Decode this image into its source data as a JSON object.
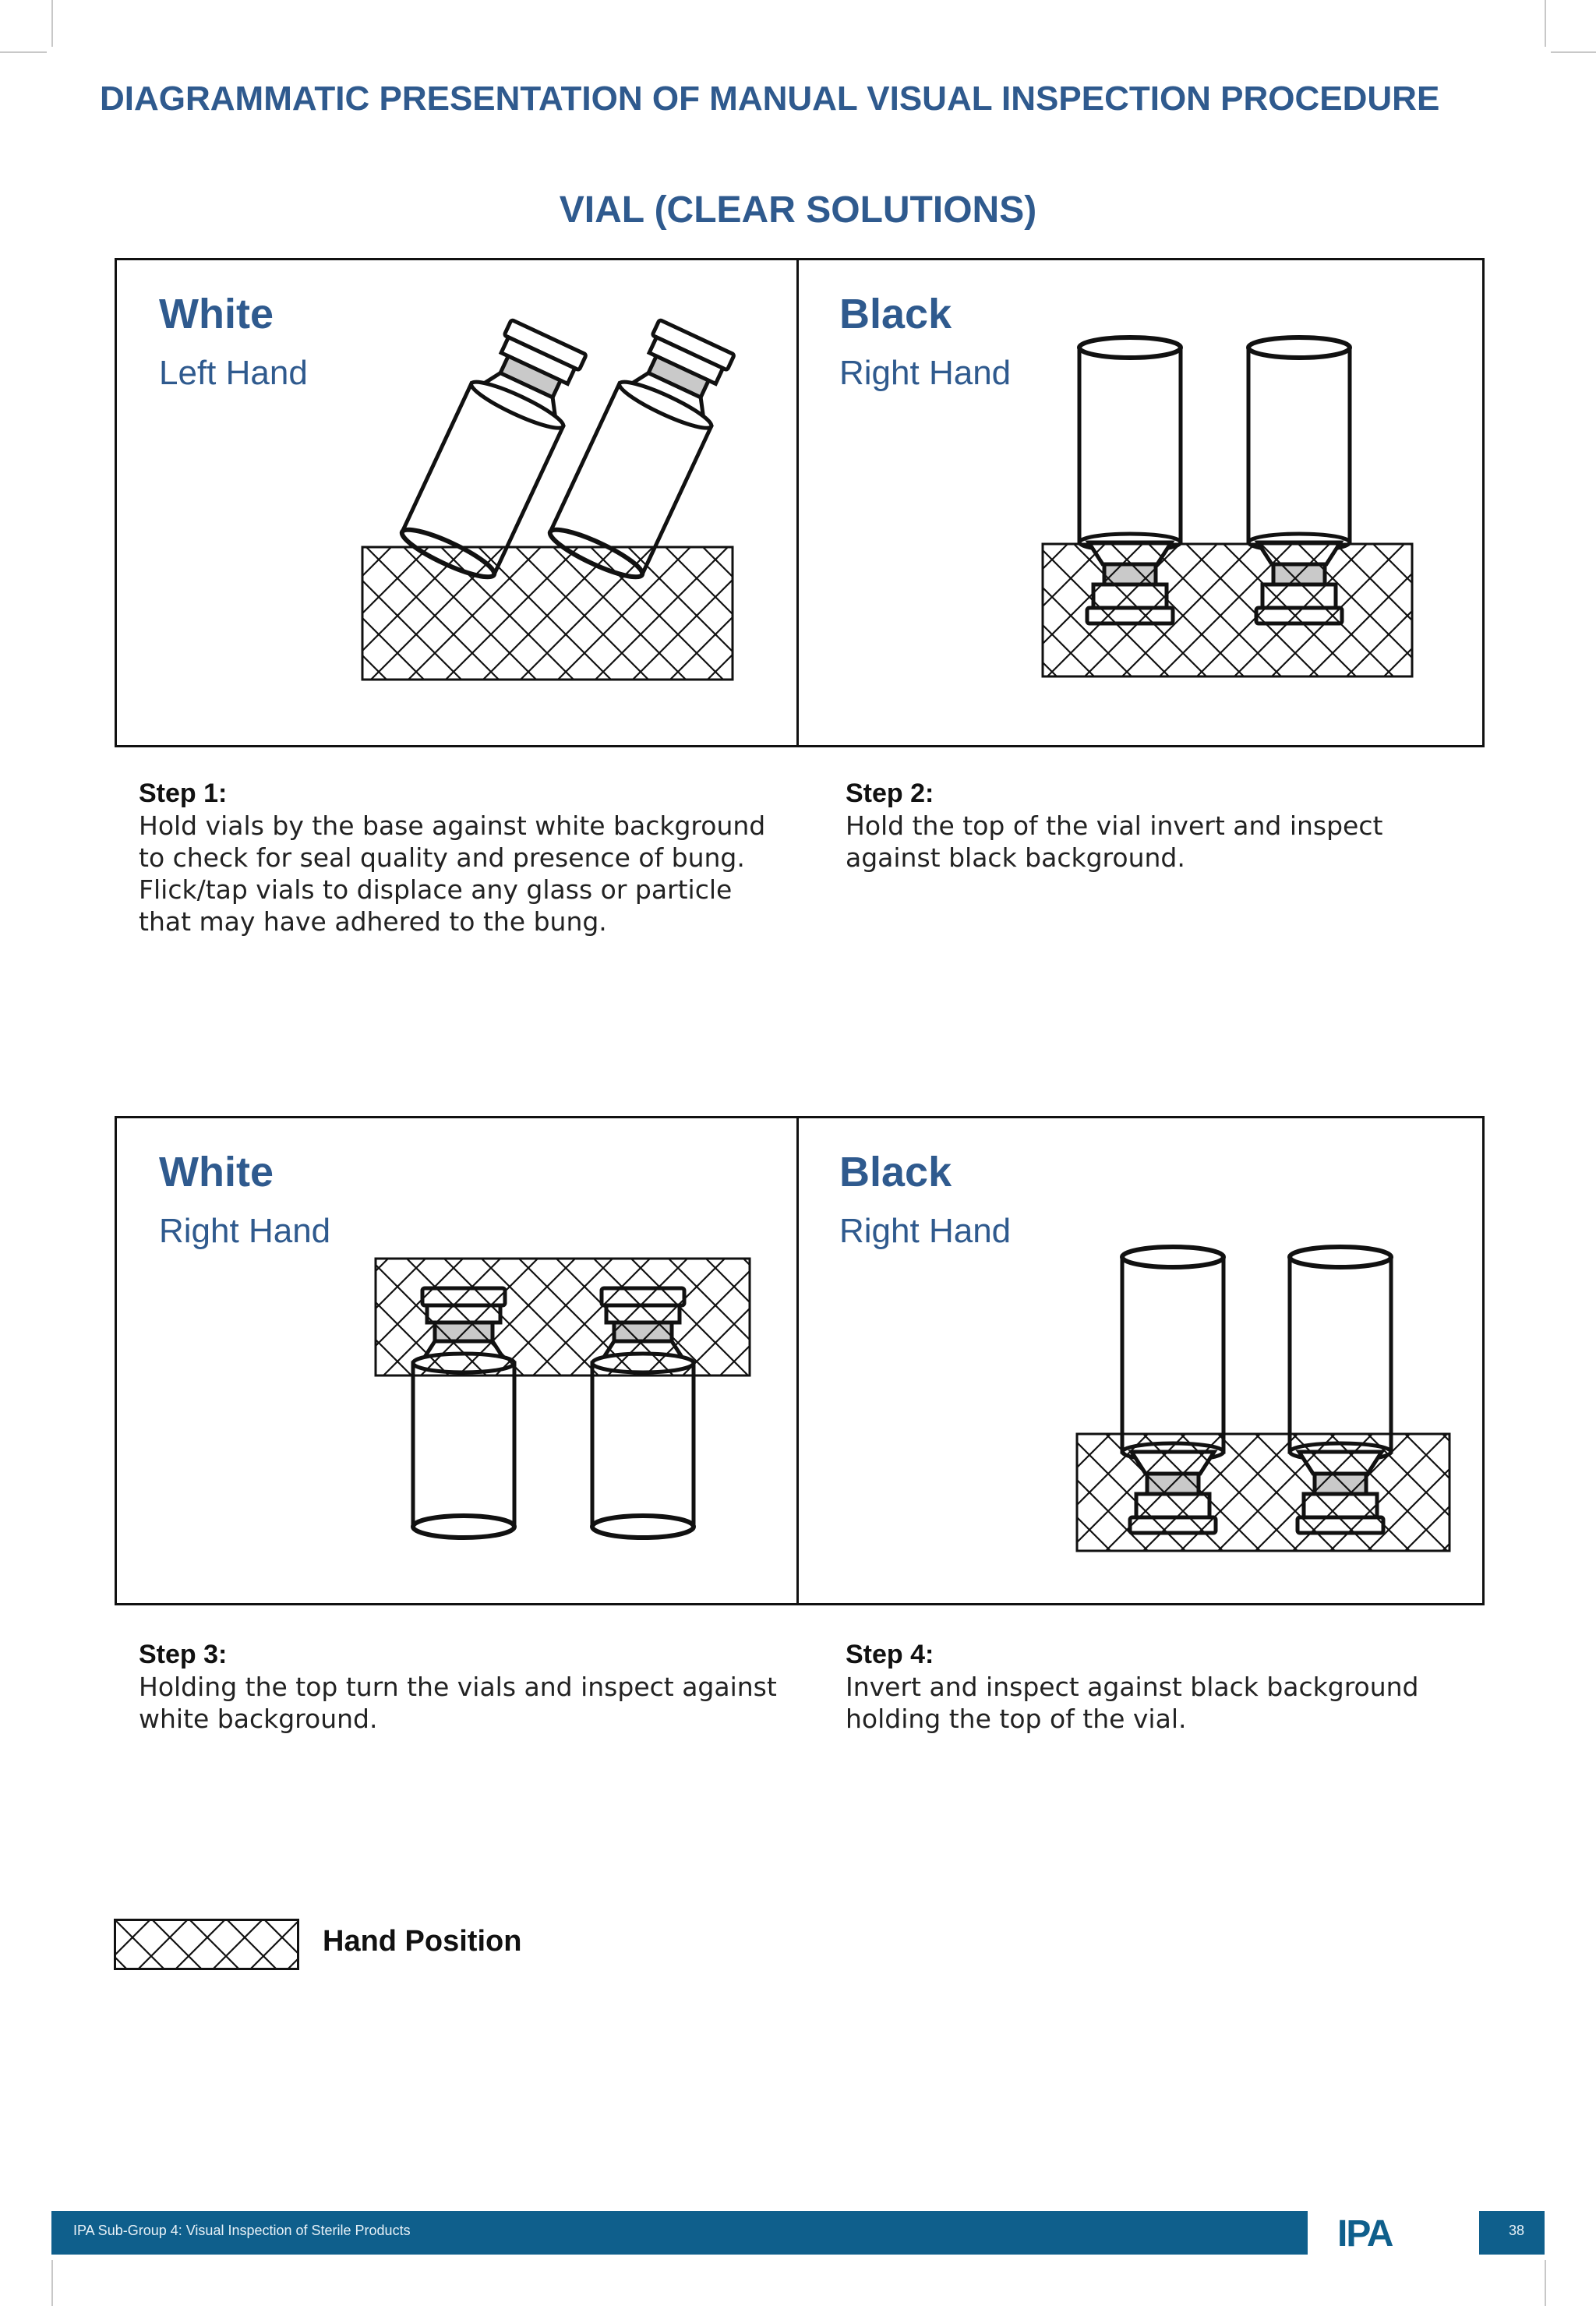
{
  "header": {
    "title": "DIAGRAMMATIC PRESENTATION OF MANUAL VISUAL INSPECTION PROCEDURE",
    "subtitle": "VIAL (CLEAR SOLUTIONS)"
  },
  "panels": [
    {
      "cells": [
        {
          "background": "White",
          "hand": "Left Hand"
        },
        {
          "background": "Black",
          "hand": "Right Hand"
        }
      ]
    },
    {
      "cells": [
        {
          "background": "White",
          "hand": "Right Hand"
        },
        {
          "background": "Black",
          "hand": "Right Hand"
        }
      ]
    }
  ],
  "steps": [
    {
      "title": "Step 1:",
      "text": "Hold vials by the base against white background to check for seal quality and presence of bung. Flick/tap vials to displace any glass or particle that may have adhered to the bung."
    },
    {
      "title": "Step 2:",
      "text": "Hold the top of the vial invert and inspect against black background."
    },
    {
      "title": "Step 3:",
      "text": "Holding the top turn the vials and inspect against white background."
    },
    {
      "title": "Step 4:",
      "text": "Invert and inspect against black background holding the top of the vial."
    }
  ],
  "legend": {
    "label": "Hand Position"
  },
  "footer": {
    "text": "IPA Sub-Group 4: Visual Inspection of Sterile Products",
    "logo": "IPA",
    "page": "38"
  },
  "colors": {
    "heading": "#2f5a8e",
    "footer": "#0f5f8c"
  }
}
